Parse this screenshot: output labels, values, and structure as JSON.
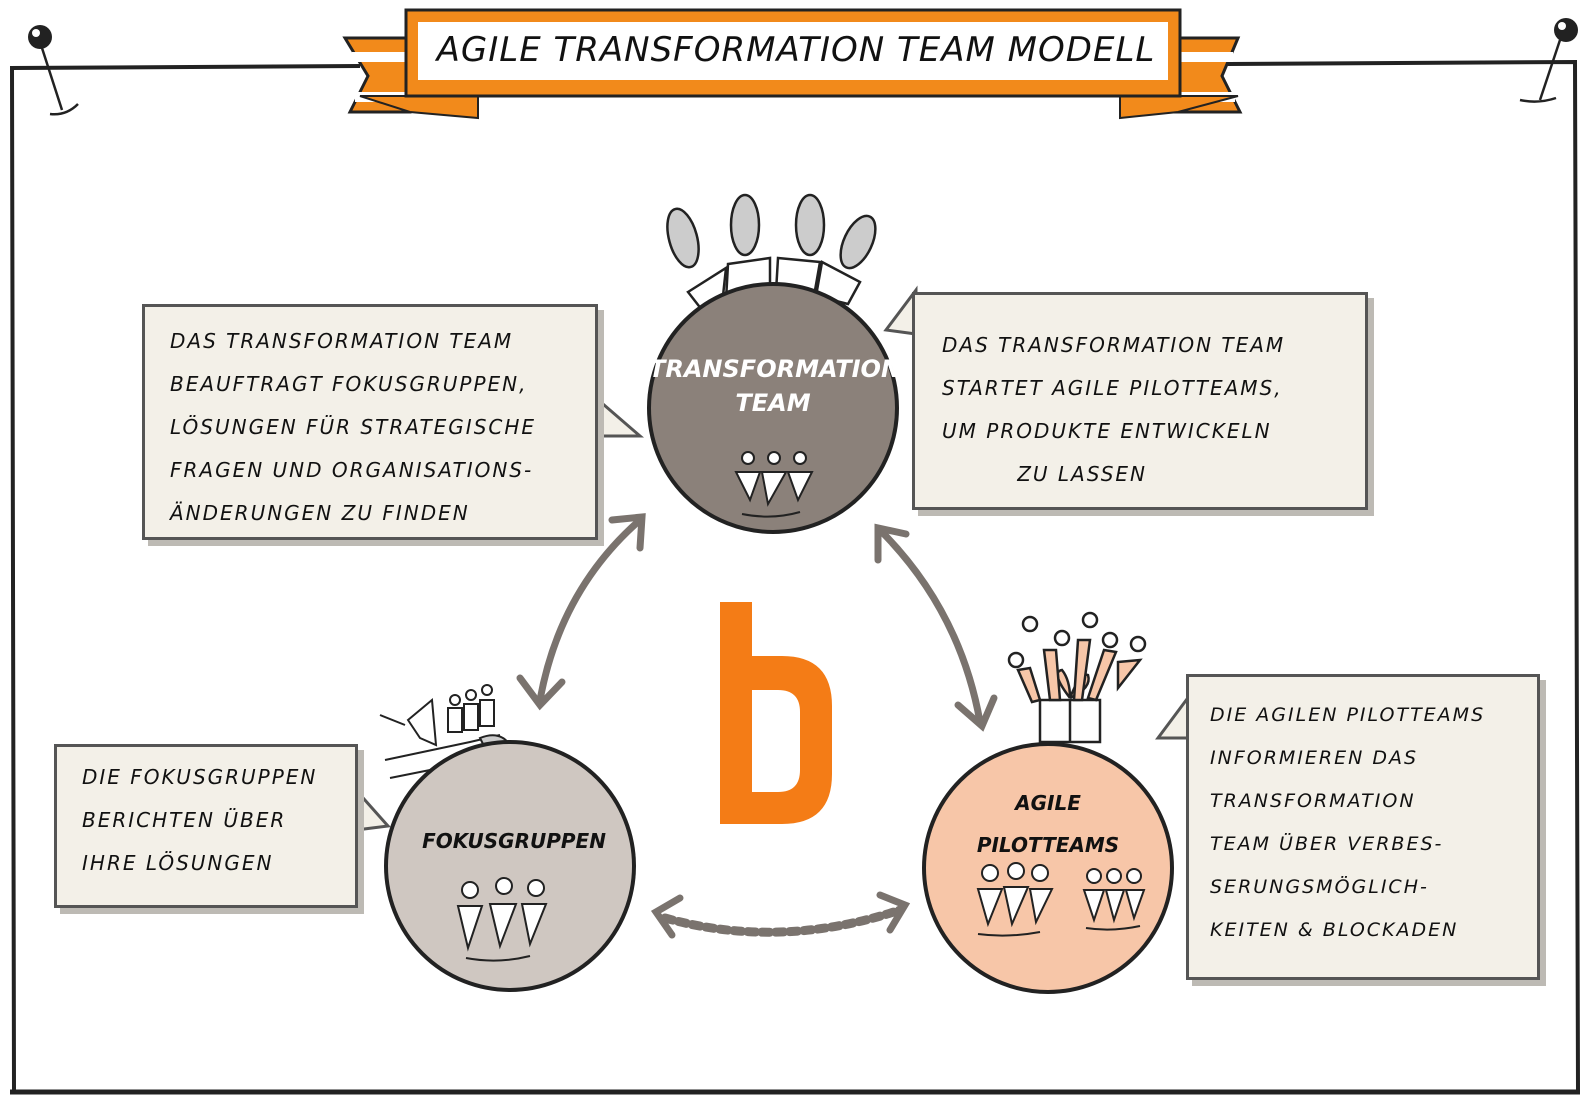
{
  "title": "AGILE TRANSFORMATION TEAM MODELL",
  "colors": {
    "accent_orange": "#f28a1b",
    "logo_orange": "#f47c16",
    "transformation_team_fill": "#8b817a",
    "fokusgruppen_fill": "#cfc7c1",
    "pilotteams_fill": "#f7c6a8",
    "note_fill": "#f3f0e8",
    "arrow_gray": "#7a736e"
  },
  "nodes": {
    "transformation_team": {
      "label": "TRANSFORMATION\nTEAM"
    },
    "fokusgruppen": {
      "label": "FOKUSGRUPPEN"
    },
    "agile_pilotteams": {
      "label": "AGILE\nPILOTTEAMS"
    }
  },
  "notes": {
    "left_top": "DAS TRANSFORMATION TEAM\nBEAUFTRAGT FOKUSGRUPPEN,\nLÖSUNGEN FÜR STRATEGISCHE\nFRAGEN UND ORGANISATIONS-\nÄNDERUNGEN ZU FINDEN",
    "right_top": "DAS TRANSFORMATION TEAM\nSTARTET AGILE PILOTTEAMS,\nUM PRODUKTE ENTWICKELN\n         ZU LASSEN",
    "left_bottom": "DIE FOKUSGRUPPEN\nBERICHTEN ÜBER\nIHRE LÖSUNGEN",
    "right_bottom": "DIE AGILEN PILOTTEAMS\nINFORMIEREN DAS\nTRANSFORMATION\nTEAM ÜBER VERBES-\nSERUNGSMÖGLICH-\nKEITEN & BLOCKADEN"
  },
  "logo": {
    "icon": "b-logo-icon"
  },
  "icons": {
    "people_groups": "people-group-icon",
    "hands": "raised-hands-icon",
    "megaphone": "megaphone-icon",
    "gift": "gift-icon",
    "pins": "pin-icon"
  }
}
